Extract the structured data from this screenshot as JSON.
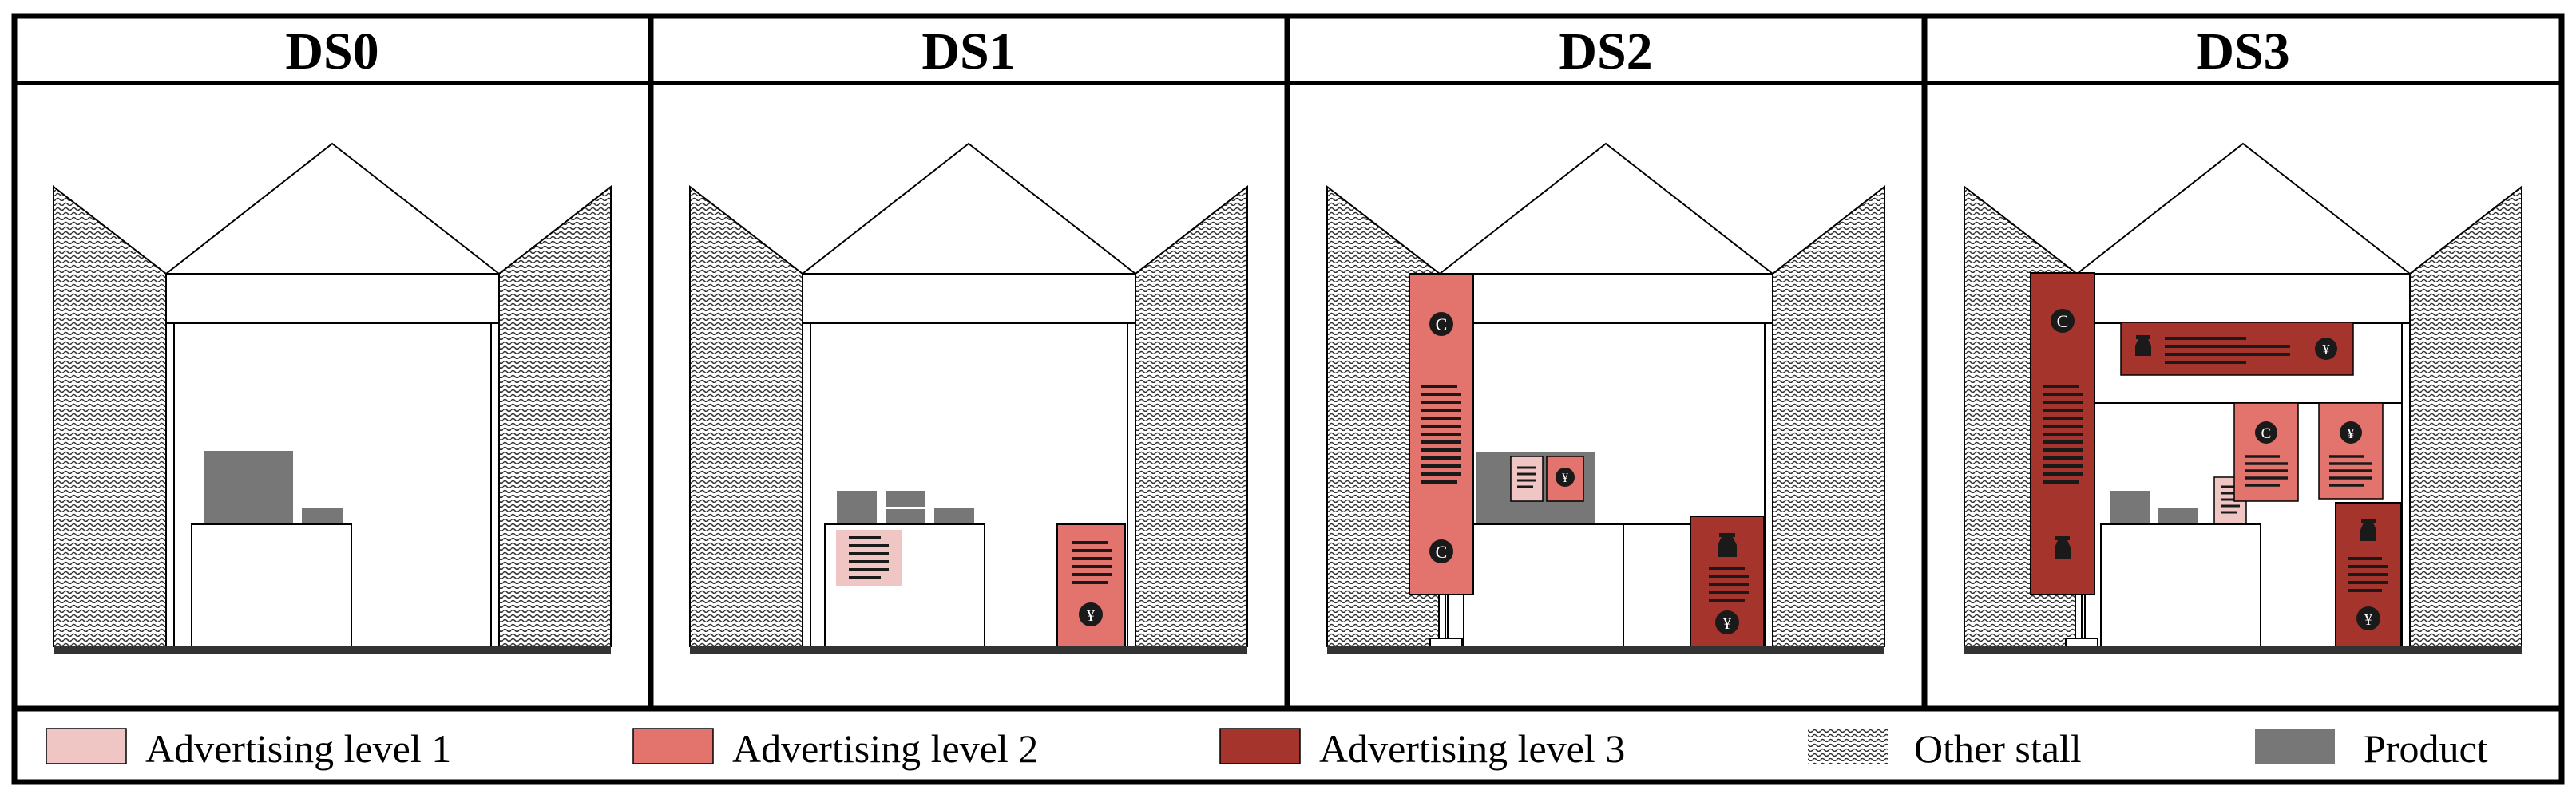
{
  "panels": [
    {
      "title": "DS0"
    },
    {
      "title": "DS1"
    },
    {
      "title": "DS2"
    },
    {
      "title": "DS3"
    }
  ],
  "legend": [
    {
      "label": "Advertising level 1",
      "kind": "level1"
    },
    {
      "label": "Advertising level 2",
      "kind": "level2"
    },
    {
      "label": "Advertising level 3",
      "kind": "level3"
    },
    {
      "label": "Other stall",
      "kind": "stall"
    },
    {
      "label": "Product",
      "kind": "product"
    }
  ],
  "colors": {
    "level1": "#f0c6c4",
    "level2": "#e2736d",
    "level3": "#a5342c",
    "product": "#777777",
    "stall_hatch": "#333333",
    "icon_dark": "#1a1a1a"
  },
  "icons": {
    "coin": "C",
    "yen": "¥"
  }
}
